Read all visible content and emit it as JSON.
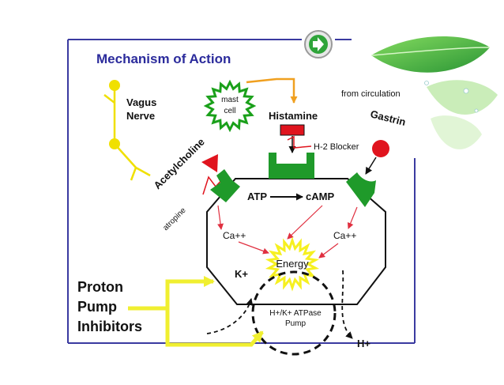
{
  "title": "Mechanism of Action",
  "labels": {
    "vagus_nerve_line1": "Vagus",
    "vagus_nerve_line2": "Nerve",
    "mast_cell_line1": "mast",
    "mast_cell_line2": "cell",
    "histamine": "Histamine",
    "from_circulation": "from circulation",
    "gastrin": "Gastrin",
    "acetylcholine": "Acetylcholine",
    "h2_blocker": "H-2 Blocker",
    "atropine": "atropine",
    "atp": "ATP",
    "camp": "cAMP",
    "ca_left": "Ca++",
    "ca_right": "Ca++",
    "energy": "Energy",
    "k_plus": "K+",
    "pump_line1": "H+/K+ ATPase",
    "pump_line2": "Pump",
    "h_plus": "H+",
    "ppi_line1": "Proton",
    "ppi_line2": "Pump",
    "ppi_line3": "Inhibitors"
  },
  "colors": {
    "frame": "#3a3aa0",
    "title": "#2b2b9c",
    "nerve": "#f0e000",
    "star_green": "#1aa01a",
    "receptor_green": "#1f9a2a",
    "antagonist_red": "#e0141e",
    "arrow_red": "#e03040",
    "arrow_orange": "#f0a020",
    "ppi_yellow": "#f0ef30",
    "energy_yellow": "#f6f020"
  },
  "icons": {
    "next_button": "arrow-right-icon",
    "decoration": "green-leaf-icon"
  }
}
